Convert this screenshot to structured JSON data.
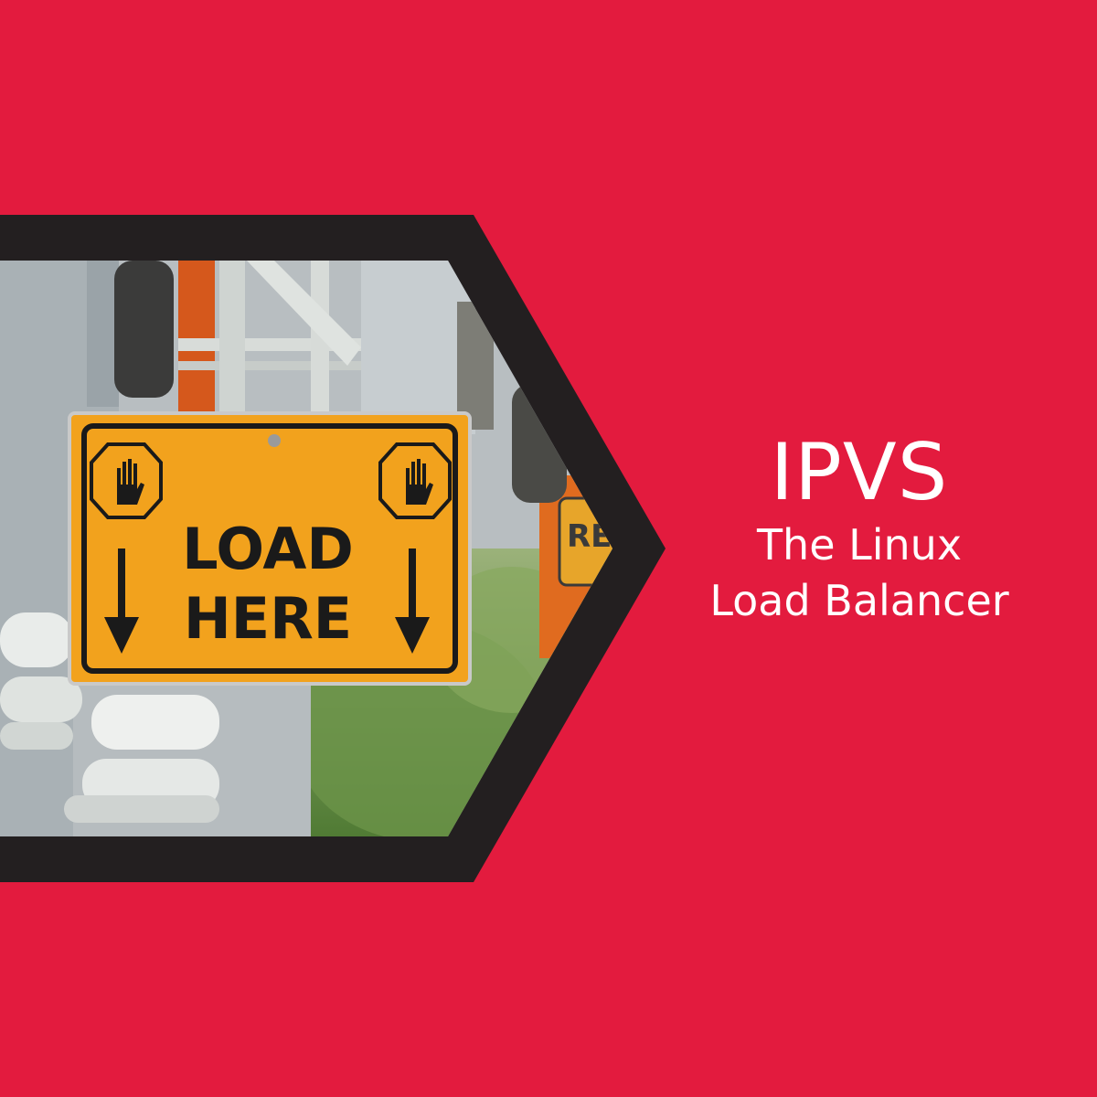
{
  "title": "IPVS",
  "subtitle_line1": "The Linux",
  "subtitle_line2": "Load Balancer",
  "sign": {
    "line1": "LOAD",
    "line2": "HERE",
    "partial_sign_text": "RE"
  },
  "colors": {
    "background": "#e31b3e",
    "frame": "#231f20",
    "sign": "#f2a21d",
    "text": "#ffffff"
  },
  "icons": [
    "stop-hand-icon",
    "down-arrow-icon"
  ]
}
